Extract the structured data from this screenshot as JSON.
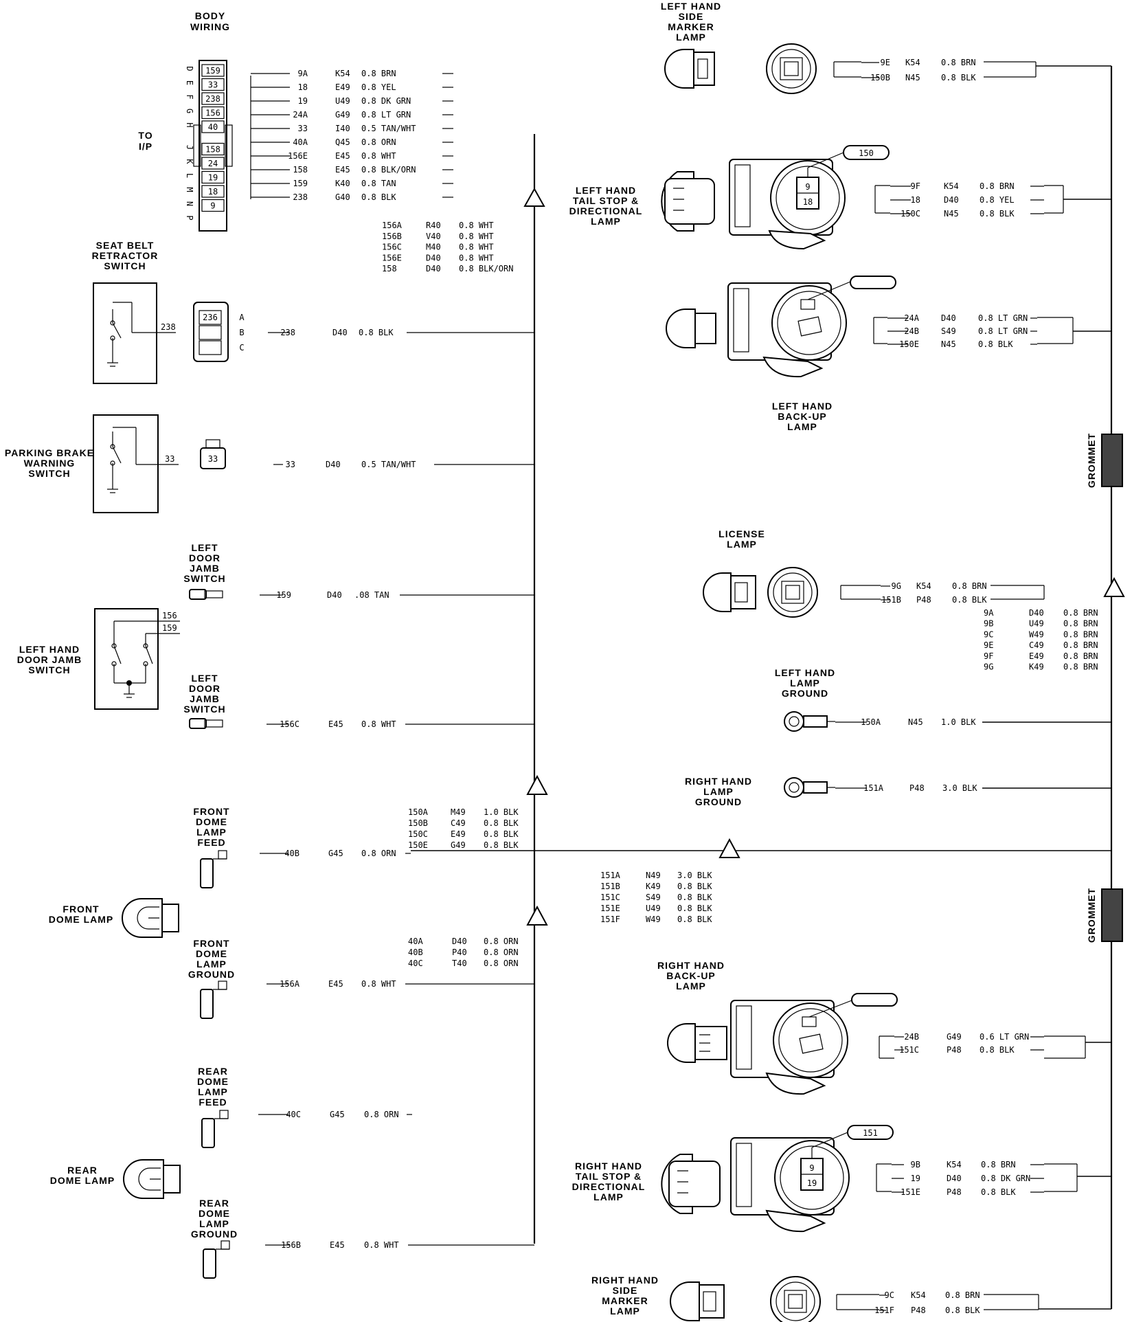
{
  "components": {
    "body_wiring": {
      "label": [
        "BODY",
        "WIRING"
      ],
      "to_ip": [
        "TO",
        "I/P"
      ],
      "rows_top": [
        "D",
        "E",
        "F",
        "G",
        "H"
      ],
      "rows_bot": [
        "J",
        "K",
        "L",
        "M",
        "N",
        "P"
      ],
      "pins": [
        "159",
        "33",
        "238",
        "156",
        "40",
        "158",
        "24",
        "19",
        "18",
        "9"
      ]
    },
    "seat_belt_retractor_switch": {
      "label": [
        "SEAT BELT",
        "RETRACTOR",
        "SWITCH"
      ],
      "term": "238",
      "pin": "236",
      "letters": [
        "A",
        "B",
        "C"
      ]
    },
    "parking_brake_warning_switch": {
      "label": [
        "PARKING BRAKE",
        "WARNING",
        "SWITCH"
      ],
      "term": "33",
      "pin": "33"
    },
    "left_door_jamb_switch_upper": {
      "label": [
        "LEFT",
        "DOOR",
        "JAMB",
        "SWITCH"
      ]
    },
    "left_hand_door_jamb_switch": {
      "label": [
        "LEFT HAND",
        "DOOR JAMB",
        "SWITCH"
      ],
      "terms": [
        "156",
        "159"
      ]
    },
    "left_door_jamb_switch_lower": {
      "label": [
        "LEFT",
        "DOOR",
        "JAMB",
        "SWITCH"
      ]
    },
    "front_dome_lamp_feed": {
      "label": [
        "FRONT",
        "DOME",
        "LAMP",
        "FEED"
      ]
    },
    "front_dome_lamp": {
      "label": [
        "FRONT",
        "DOME LAMP"
      ]
    },
    "front_dome_lamp_ground": {
      "label": [
        "FRONT",
        "DOME",
        "LAMP",
        "GROUND"
      ]
    },
    "rear_dome_lamp_feed": {
      "label": [
        "REAR",
        "DOME",
        "LAMP",
        "FEED"
      ]
    },
    "rear_dome_lamp": {
      "label": [
        "REAR",
        "DOME LAMP"
      ]
    },
    "rear_dome_lamp_ground": {
      "label": [
        "REAR",
        "DOME",
        "LAMP",
        "GROUND"
      ]
    },
    "lh_side_marker_lamp": {
      "label": [
        "LEFT HAND",
        "SIDE",
        "MARKER",
        "LAMP"
      ]
    },
    "lh_tail_stop_lamp": {
      "label": [
        "LEFT HAND",
        "TAIL STOP &",
        "DIRECTIONAL",
        "LAMP"
      ],
      "tag": "150",
      "pins": [
        "9",
        "18"
      ]
    },
    "lh_backup_lamp": {
      "label": [
        "LEFT HAND",
        "BACK-UP",
        "LAMP"
      ]
    },
    "license_lamp": {
      "label": [
        "LICENSE",
        "LAMP"
      ]
    },
    "lh_lamp_ground": {
      "label": [
        "LEFT HAND",
        "LAMP",
        "GROUND"
      ]
    },
    "rh_lamp_ground": {
      "label": [
        "RIGHT HAND",
        "LAMP",
        "GROUND"
      ]
    },
    "rh_backup_lamp": {
      "label": [
        "RIGHT HAND",
        "BACK-UP",
        "LAMP"
      ]
    },
    "rh_tail_stop_lamp": {
      "label": [
        "RIGHT HAND",
        "TAIL STOP &",
        "DIRECTIONAL",
        "LAMP"
      ],
      "tag": "151",
      "pins": [
        "9",
        "19"
      ]
    },
    "rh_side_marker_lamp": {
      "label": [
        "RIGHT HAND",
        "SIDE",
        "MARKER",
        "LAMP"
      ]
    },
    "grommet_upper": "GROMMET",
    "grommet_lower": "GROMMET"
  },
  "wires": {
    "body_wiring": [
      {
        "c": "9A",
        "id": "K54",
        "g": "0.8 BRN"
      },
      {
        "c": "18",
        "id": "E49",
        "g": "0.8 YEL"
      },
      {
        "c": "19",
        "id": "U49",
        "g": "0.8 DK GRN"
      },
      {
        "c": "24A",
        "id": "G49",
        "g": "0.8 LT GRN"
      },
      {
        "c": "33",
        "id": "I40",
        "g": "0.5 TAN/WHT"
      },
      {
        "c": "40A",
        "id": "Q45",
        "g": "0.8 ORN"
      },
      {
        "c": "156E",
        "id": "E45",
        "g": "0.8 WHT"
      },
      {
        "c": "158",
        "id": "E45",
        "g": "0.8 BLK/ORN"
      },
      {
        "c": "159",
        "id": "K40",
        "g": "0.8 TAN"
      },
      {
        "c": "238",
        "id": "G40",
        "g": "0.8 BLK"
      }
    ],
    "seat_belt": [
      {
        "c": "238",
        "id": "D40",
        "g": "0.8 BLK"
      }
    ],
    "parking_brake": [
      {
        "c": "33",
        "id": "D40",
        "g": "0.5 TAN/WHT"
      }
    ],
    "ldj_upper": [
      {
        "c": "159",
        "id": "D40",
        "g": ".08 TAN"
      }
    ],
    "ldj_lower": [
      {
        "c": "156C",
        "id": "E45",
        "g": "0.8 WHT"
      }
    ],
    "front_dome_feed": [
      {
        "c": "40B",
        "id": "G45",
        "g": "0.8 ORN"
      }
    ],
    "front_dome_ground": [
      {
        "c": "156A",
        "id": "E45",
        "g": "0.8 WHT"
      }
    ],
    "rear_dome_feed": [
      {
        "c": "40C",
        "id": "G45",
        "g": "0.8 ORN"
      }
    ],
    "rear_dome_ground": [
      {
        "c": "156B",
        "id": "E45",
        "g": "0.8 WHT"
      }
    ],
    "lh_side_marker": [
      {
        "c": "9E",
        "id": "K54",
        "g": "0.8 BRN"
      },
      {
        "c": "150B",
        "id": "N45",
        "g": "0.8 BLK"
      }
    ],
    "lh_tail": [
      {
        "c": "9F",
        "id": "K54",
        "g": "0.8 BRN"
      },
      {
        "c": "18",
        "id": "D40",
        "g": "0.8 YEL"
      },
      {
        "c": "150C",
        "id": "N45",
        "g": "0.8 BLK"
      }
    ],
    "lh_backup": [
      {
        "c": "24A",
        "id": "D40",
        "g": "0.8 LT GRN"
      },
      {
        "c": "24B",
        "id": "S49",
        "g": "0.8 LT GRN"
      },
      {
        "c": "150E",
        "id": "N45",
        "g": "0.8 BLK"
      }
    ],
    "license": [
      {
        "c": "9G",
        "id": "K54",
        "g": "0.8 BRN"
      },
      {
        "c": "151B",
        "id": "P48",
        "g": "0.8 BLK"
      }
    ],
    "lh_ground": [
      {
        "c": "150A",
        "id": "N45",
        "g": "1.0 BLK"
      }
    ],
    "rh_ground": [
      {
        "c": "151A",
        "id": "P48",
        "g": "3.0 BLK"
      }
    ],
    "rh_backup": [
      {
        "c": "24B",
        "id": "G49",
        "g": "0.6 LT GRN"
      },
      {
        "c": "151C",
        "id": "P48",
        "g": "0.8 BLK"
      }
    ],
    "rh_tail": [
      {
        "c": "9B",
        "id": "K54",
        "g": "0.8 BRN"
      },
      {
        "c": "19",
        "id": "D40",
        "g": "0.8 DK GRN"
      },
      {
        "c": "151E",
        "id": "P48",
        "g": "0.8 BLK"
      }
    ],
    "rh_side_marker": [
      {
        "c": "9C",
        "id": "K54",
        "g": "0.8 BRN"
      },
      {
        "c": "151F",
        "id": "P48",
        "g": "0.8 BLK"
      }
    ]
  },
  "splices": {
    "s156": [
      {
        "c": "156A",
        "id": "R40",
        "g": "0.8 WHT"
      },
      {
        "c": "156B",
        "id": "V40",
        "g": "0.8 WHT"
      },
      {
        "c": "156C",
        "id": "M40",
        "g": "0.8 WHT"
      },
      {
        "c": "156E",
        "id": "D40",
        "g": "0.8 WHT"
      },
      {
        "c": "158",
        "id": "D40",
        "g": "0.8 BLK/ORN"
      }
    ],
    "s150": [
      {
        "c": "150A",
        "id": "M49",
        "g": "1.0 BLK"
      },
      {
        "c": "150B",
        "id": "C49",
        "g": "0.8 BLK"
      },
      {
        "c": "150C",
        "id": "E49",
        "g": "0.8 BLK"
      },
      {
        "c": "150E",
        "id": "G49",
        "g": "0.8 BLK"
      }
    ],
    "s151": [
      {
        "c": "151A",
        "id": "N49",
        "g": "3.0 BLK"
      },
      {
        "c": "151B",
        "id": "K49",
        "g": "0.8 BLK"
      },
      {
        "c": "151C",
        "id": "S49",
        "g": "0.8 BLK"
      },
      {
        "c": "151E",
        "id": "U49",
        "g": "0.8 BLK"
      },
      {
        "c": "151F",
        "id": "W49",
        "g": "0.8 BLK"
      }
    ],
    "s40": [
      {
        "c": "40A",
        "id": "D40",
        "g": "0.8 ORN"
      },
      {
        "c": "40B",
        "id": "P40",
        "g": "0.8 ORN"
      },
      {
        "c": "40C",
        "id": "T40",
        "g": "0.8 ORN"
      }
    ],
    "s9": [
      {
        "c": "9A",
        "id": "D40",
        "g": "0.8 BRN"
      },
      {
        "c": "9B",
        "id": "U49",
        "g": "0.8 BRN"
      },
      {
        "c": "9C",
        "id": "W49",
        "g": "0.8 BRN"
      },
      {
        "c": "9E",
        "id": "C49",
        "g": "0.8 BRN"
      },
      {
        "c": "9F",
        "id": "E49",
        "g": "0.8 BRN"
      },
      {
        "c": "9G",
        "id": "K49",
        "g": "0.8 BRN"
      }
    ]
  }
}
